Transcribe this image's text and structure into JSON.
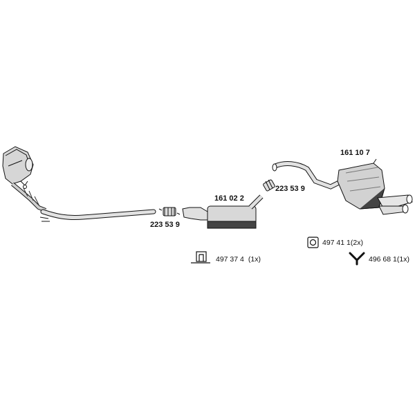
{
  "parts": {
    "front_muffler": "161 02 2",
    "rear_muffler": "161 10 7",
    "clamp_left": "223 53 9",
    "clamp_right": "223 53 9"
  },
  "accessories": {
    "mount_a": {
      "number": "497 37 4",
      "qty": "(1x)",
      "icon": "bracket-mount-icon"
    },
    "mount_b": {
      "number": "497 41 1",
      "qty": "(2x)",
      "icon": "rubber-hanger-icon"
    },
    "mount_c": {
      "number": "496 68 1",
      "qty": "(1x)",
      "icon": "y-hanger-icon"
    }
  },
  "colors": {
    "line": "#111111",
    "fill_light": "#d8d8d8",
    "fill_dark": "#3a3a3a"
  }
}
